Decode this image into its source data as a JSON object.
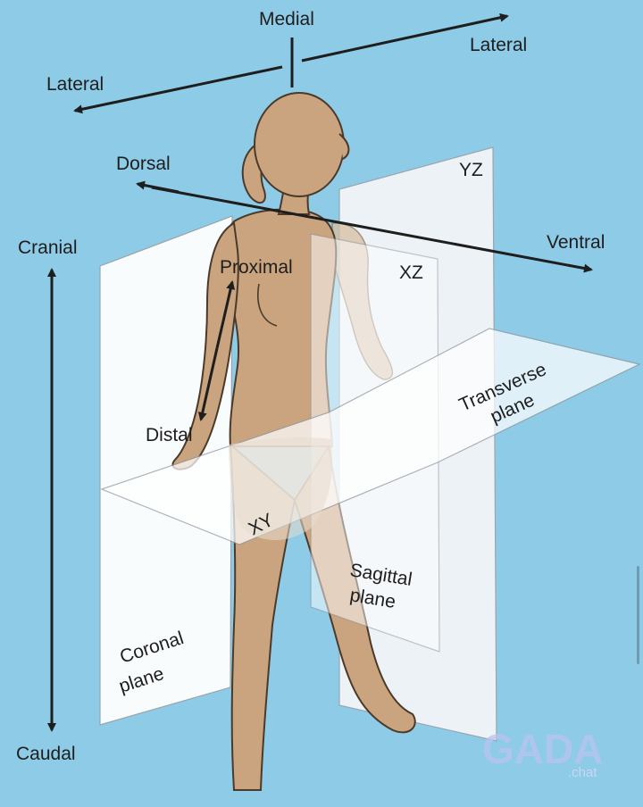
{
  "directions": {
    "medial": "Medial",
    "lateral_left": "Lateral",
    "lateral_right": "Lateral",
    "dorsal": "Dorsal",
    "ventral": "Ventral",
    "cranial": "Cranial",
    "caudal": "Caudal",
    "proximal": "Proximal",
    "distal": "Distal"
  },
  "planes": {
    "yz": "YZ",
    "xz": "XZ",
    "xy": "XY",
    "transverse_line1": "Transverse",
    "transverse_line2": "plane",
    "sagittal_line1": "Sagittal",
    "sagittal_line2": "plane",
    "coronal_line1": "Coronal",
    "coronal_line2": "plane"
  },
  "watermark": {
    "brand": "GADA",
    "sub": ".chat"
  },
  "colors": {
    "background": "#8ecbe6",
    "skin": "#c9a47e",
    "plane": "#ffffff",
    "arrow": "#1e1e1e"
  }
}
